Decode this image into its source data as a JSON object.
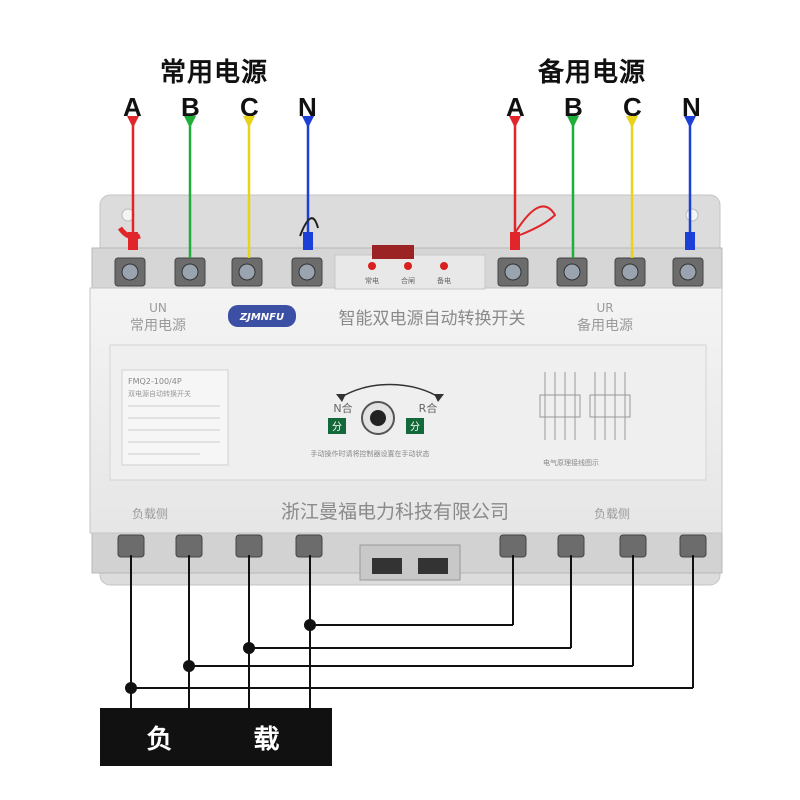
{
  "sources": {
    "normal": {
      "title": "常用电源",
      "phases": [
        "A",
        "B",
        "C",
        "N"
      ]
    },
    "backup": {
      "title": "备用电源",
      "phases": [
        "A",
        "B",
        "C",
        "N"
      ]
    }
  },
  "wire_colors": {
    "A": "#e0262b",
    "B": "#1fae3a",
    "C": "#e8d21a",
    "N": "#1c3fd6"
  },
  "device": {
    "left_label_code": "UN",
    "left_label_text": "常用电源",
    "right_label_code": "UR",
    "right_label_text": "备用电源",
    "logo": "ZJMNFU",
    "product_name": "智能双电源自动转换开关",
    "indicators": [
      "常电",
      "合闸",
      "备电"
    ],
    "model": "FMQ2-100/4P",
    "model_sub": "双电源自动转换开关",
    "handle_left_label": "N合",
    "handle_right_label": "R合",
    "left_status_btn": "分",
    "right_status_btn": "分",
    "warning_text": "手动操作时请将控制器设置在手动状态",
    "diagram_caption": "电气原理接线图示",
    "company": "浙江曼福电力科技有限公司",
    "load_side_left": "负载侧",
    "load_side_right": "负载侧"
  },
  "load_label": "负 载"
}
